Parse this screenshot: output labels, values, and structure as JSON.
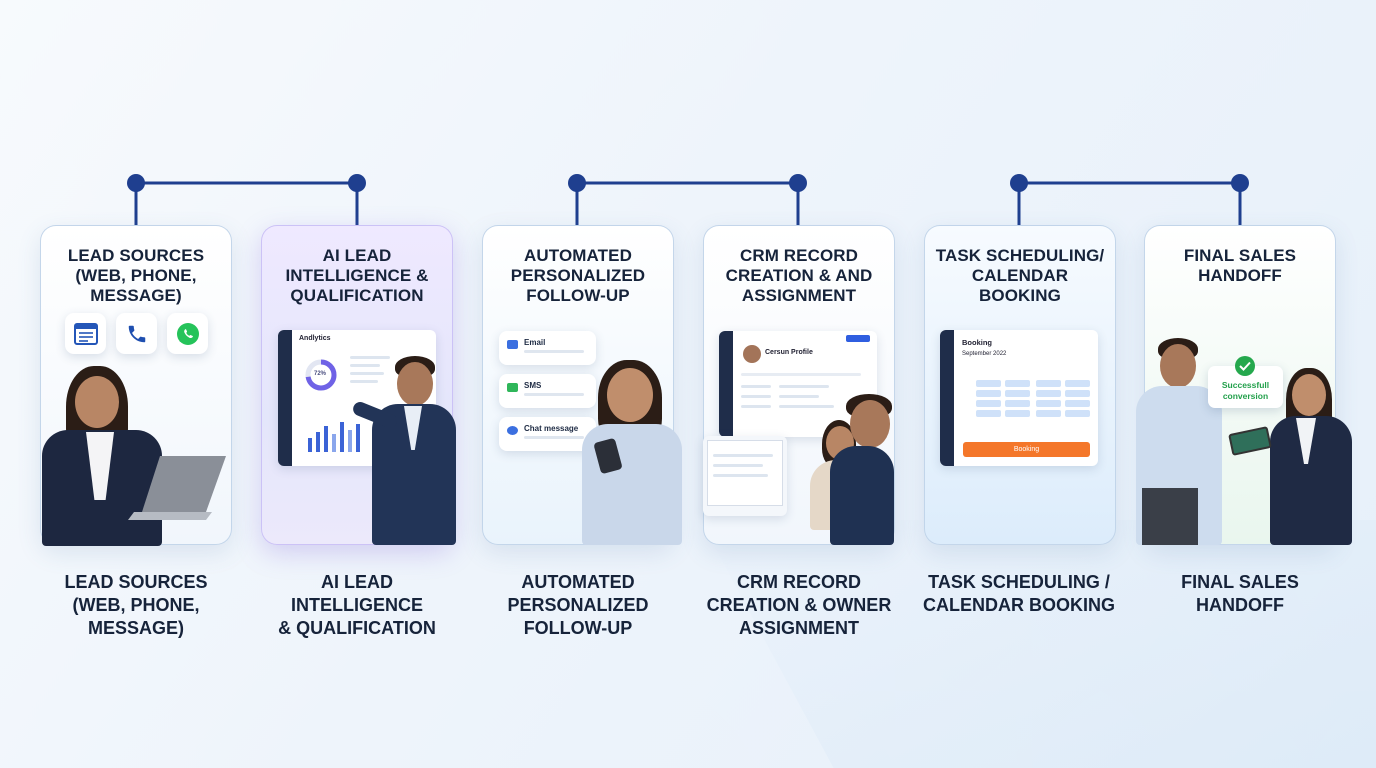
{
  "steps": [
    {
      "card_title": [
        "LEAD SOURCES",
        "(WEB, PHONE,",
        "MESSAGE)"
      ],
      "bottom_label": [
        "LEAD SOURCES",
        "(WEB, PHONE,",
        "MESSAGE)"
      ]
    },
    {
      "card_title": [
        "AI LEAD",
        "INTELLIGENCE &",
        "QUALIFICATION"
      ],
      "bottom_label": [
        "AI LEAD",
        "INTELLIGENCE",
        "& QUALIFICATION"
      ]
    },
    {
      "card_title": [
        "AUTOMATED",
        "PERSONALIZED",
        "FOLLOW-UP"
      ],
      "bottom_label": [
        "AUTOMATED",
        "PERSONALIZED",
        "FOLLOW-UP"
      ]
    },
    {
      "card_title": [
        "CRM RECORD",
        "CREATION & AND",
        "ASSIGNMENT"
      ],
      "bottom_label": [
        "CRM RECORD",
        "CREATION & OWNER",
        "ASSIGNMENT"
      ]
    },
    {
      "card_title": [
        "TASK SCHEDULING/",
        "CALENDAR",
        "BOOKING"
      ],
      "bottom_label": [
        "TASK SCHEDULING /",
        "CALENDAR BOOKING"
      ]
    },
    {
      "card_title": [
        "FINAL SALES",
        "HANDOFF"
      ],
      "bottom_label": [
        "FINAL SALES",
        "HANDOFF"
      ]
    }
  ],
  "analytics_panel": {
    "title": "Andlytics",
    "gauge": "72%"
  },
  "followup_channels": [
    "Email",
    "SMS",
    "Chat message"
  ],
  "crm_panel": {
    "title": "Cersun Profile"
  },
  "calendar_panel": {
    "title": "Booking",
    "month": "September 2022",
    "button": "Booking"
  },
  "handoff_badge": {
    "line1": "Successfull",
    "line2": "conversion"
  },
  "icons": {
    "lead_sources": [
      "web-form-icon",
      "phone-icon",
      "whatsapp-icon"
    ]
  },
  "colors": {
    "connector": "#1f3f8f",
    "accent_orange": "#f4772a",
    "success_green": "#25a84d",
    "ai_glow": "#b9a8f3"
  }
}
